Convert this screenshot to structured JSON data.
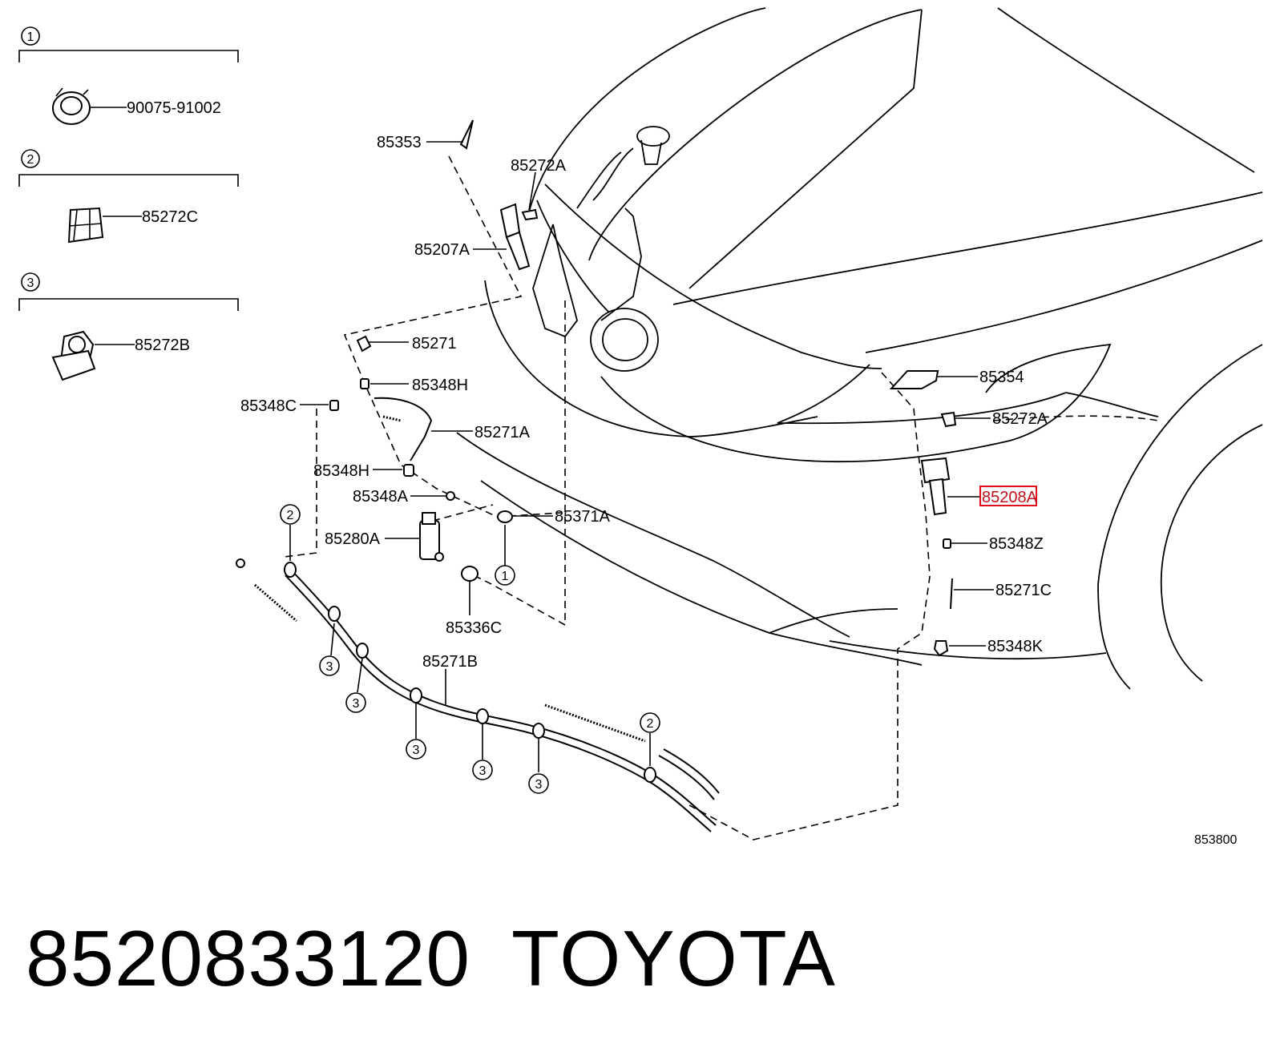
{
  "legend": [
    {
      "number": "1",
      "part": "90075-91002"
    },
    {
      "number": "2",
      "part": "85272C"
    },
    {
      "number": "3",
      "part": "85272B"
    }
  ],
  "callouts": {
    "c85353": "85353",
    "c85272A_top": "85272A",
    "c85207A": "85207A",
    "c85271": "85271",
    "c85348H_top": "85348H",
    "c85348C": "85348C",
    "c85271A": "85271A",
    "c85348H": "85348H",
    "c85348A": "85348A",
    "c85371A": "85371A",
    "c85280A": "85280A",
    "c85336C": "85336C",
    "c85271B": "85271B",
    "c85354": "85354",
    "c85272A_right": "85272A",
    "c85208A": "85208A",
    "c85348Z": "85348Z",
    "c85271C": "85271C",
    "c85348K": "85348K"
  },
  "clip_markers": {
    "one": "1",
    "two": "2",
    "three": "3"
  },
  "highlight": {
    "part": "85208A",
    "color": "#e0101a"
  },
  "catalog_code": "853800",
  "footer": {
    "part_number": "8520833120",
    "brand": "TOYOTA"
  }
}
